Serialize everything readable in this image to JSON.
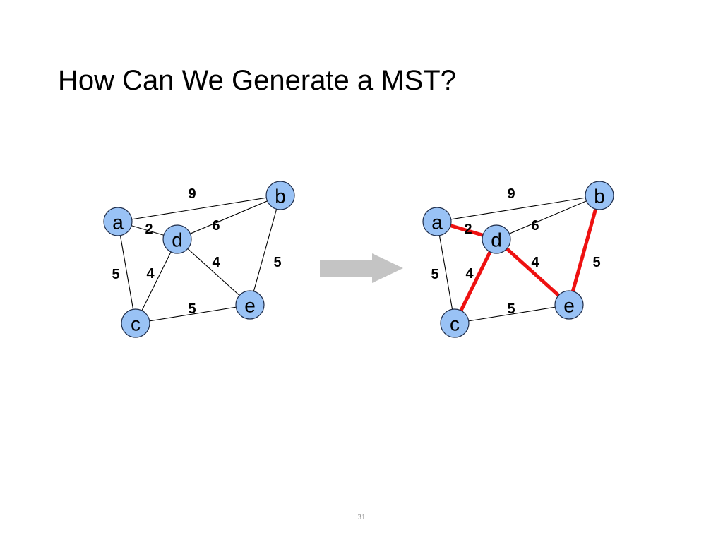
{
  "slide": {
    "title": "How Can We Generate a MST?",
    "page_number": "31"
  },
  "colors": {
    "node_fill": "#99c2f5",
    "node_stroke": "#1f2d4a",
    "mst_edge": "#ee1111",
    "edge": "#000000",
    "arrow": "#c4c4c4"
  },
  "diagram": {
    "nodes": [
      "a",
      "b",
      "c",
      "d",
      "e"
    ],
    "edges": [
      {
        "from": "a",
        "to": "b",
        "weight": "9"
      },
      {
        "from": "a",
        "to": "d",
        "weight": "2"
      },
      {
        "from": "d",
        "to": "b",
        "weight": "6"
      },
      {
        "from": "a",
        "to": "c",
        "weight": "5"
      },
      {
        "from": "d",
        "to": "c",
        "weight": "4"
      },
      {
        "from": "d",
        "to": "e",
        "weight": "4"
      },
      {
        "from": "b",
        "to": "e",
        "weight": "5"
      },
      {
        "from": "c",
        "to": "e",
        "weight": "5"
      }
    ],
    "mst_edges": [
      "a-d",
      "d-c",
      "d-e",
      "b-e"
    ],
    "arrow_icon": "right-arrow-icon"
  }
}
